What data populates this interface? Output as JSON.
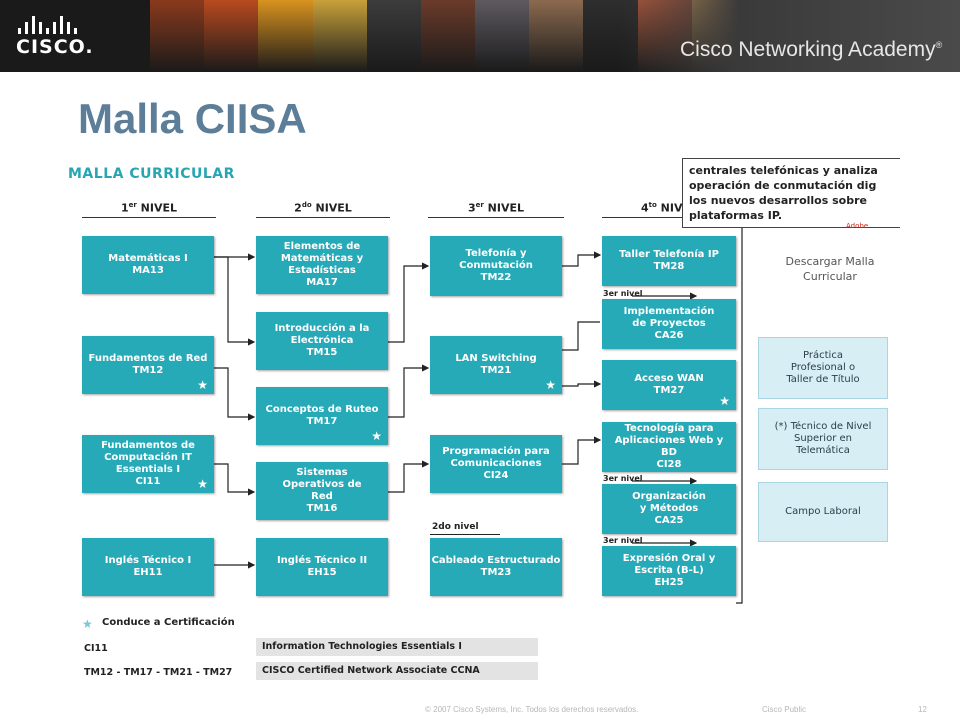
{
  "header": {
    "cisco_logo_text": "CISCO.",
    "academy_text": "Cisco Networking Academy",
    "academy_mark": "®",
    "photo_colors": [
      "#8a3a1c",
      "#b84a1f",
      "#d9931e",
      "#c9a13a",
      "#3c3c3c",
      "#6b3b2a",
      "#5e5a60",
      "#8b6a4f",
      "#2e2e2e",
      "#a8553a",
      "#d4a15a",
      "#4a4a4a"
    ]
  },
  "slide": {
    "title": "Malla CIISA"
  },
  "curriculum": {
    "heading": "MALLA CURRICULAR",
    "levels": [
      {
        "num": "1",
        "sup": "er",
        "label": "NIVEL"
      },
      {
        "num": "2",
        "sup": "do",
        "label": "NIVEL"
      },
      {
        "num": "3",
        "sup": "er",
        "label": "NIVEL"
      },
      {
        "num": "4",
        "sup": "to",
        "label": "NIVEL"
      }
    ],
    "level1": [
      {
        "name": "Matemáticas I",
        "code": "MA13",
        "star": false
      },
      {
        "name": "Fundamentos de Red",
        "code": "TM12",
        "star": true
      },
      {
        "name": "Fundamentos de Computación IT Essentials I",
        "code": "CI11",
        "star": true
      },
      {
        "name": "Inglés Técnico I",
        "code": "EH11",
        "star": false
      }
    ],
    "level2": [
      {
        "name": "Elementos de Matemáticas y Estadísticas",
        "code": "MA17",
        "star": false
      },
      {
        "name": "Introducción a la Electrónica",
        "code": "TM15",
        "star": false
      },
      {
        "name": "Conceptos de Ruteo",
        "code": "TM17",
        "star": true
      },
      {
        "name": "Sistemas Operativos de Red",
        "code": "TM16",
        "star": false
      },
      {
        "name": "Inglés Técnico II",
        "code": "EH15",
        "star": false
      }
    ],
    "level3": [
      {
        "name": "Telefonía y Conmutación",
        "code": "TM22",
        "star": false
      },
      {
        "name": "LAN Switching",
        "code": "TM21",
        "star": true
      },
      {
        "name": "Programación para Comunicaciones",
        "code": "CI24",
        "star": false
      },
      {
        "name": "Cableado Estructurado",
        "code": "TM23",
        "star": false
      }
    ],
    "level4": [
      {
        "name": "Taller Telefonía IP",
        "code": "TM28",
        "star": false
      },
      {
        "name": "Implementación de Proyectos",
        "code": "CA26",
        "star": false
      },
      {
        "name": "Acceso WAN",
        "code": "TM27",
        "star": true
      },
      {
        "name": "Tecnología para Aplicaciones Web y BD",
        "code": "CI28",
        "star": false
      },
      {
        "name": "Organización y Métodos",
        "code": "CA25",
        "star": false
      },
      {
        "name": "Expresión Oral y Escrita (B-L)",
        "code": "EH25",
        "star": false
      }
    ],
    "level_notes": [
      "3er nivel",
      "3er nivel",
      "3er nivel",
      "2do nivel"
    ],
    "outcomes": [
      "Práctica Profesional o Taller de Título",
      "(*) Técnico de Nivel Superior en Telemática",
      "Campo Laboral"
    ],
    "tooltip_lines": [
      "centrales telefónicas y analiza",
      "operación de conmutación dig",
      "los nuevos desarrollos sobre",
      "plataformas IP."
    ],
    "adobe_label": "Adobe",
    "download_label": "Descargar Malla Curricular",
    "legend": {
      "star_label": "Conduce a Certificación",
      "rows": [
        {
          "code": "CI11",
          "desc": "Information Technologies Essentials I"
        },
        {
          "code": "TM12 - TM17 - TM21 - TM27",
          "desc": "CISCO Certified Network Associate CCNA"
        }
      ]
    }
  },
  "footer": {
    "copyright": "© 2007 Cisco Systems, Inc. Todos los derechos reservados.",
    "classification": "Cisco Public",
    "page": "12"
  },
  "colors": {
    "course_fill": "#27aab8",
    "title": "#5d7e99",
    "outcome_fill": "#d7eef4"
  }
}
